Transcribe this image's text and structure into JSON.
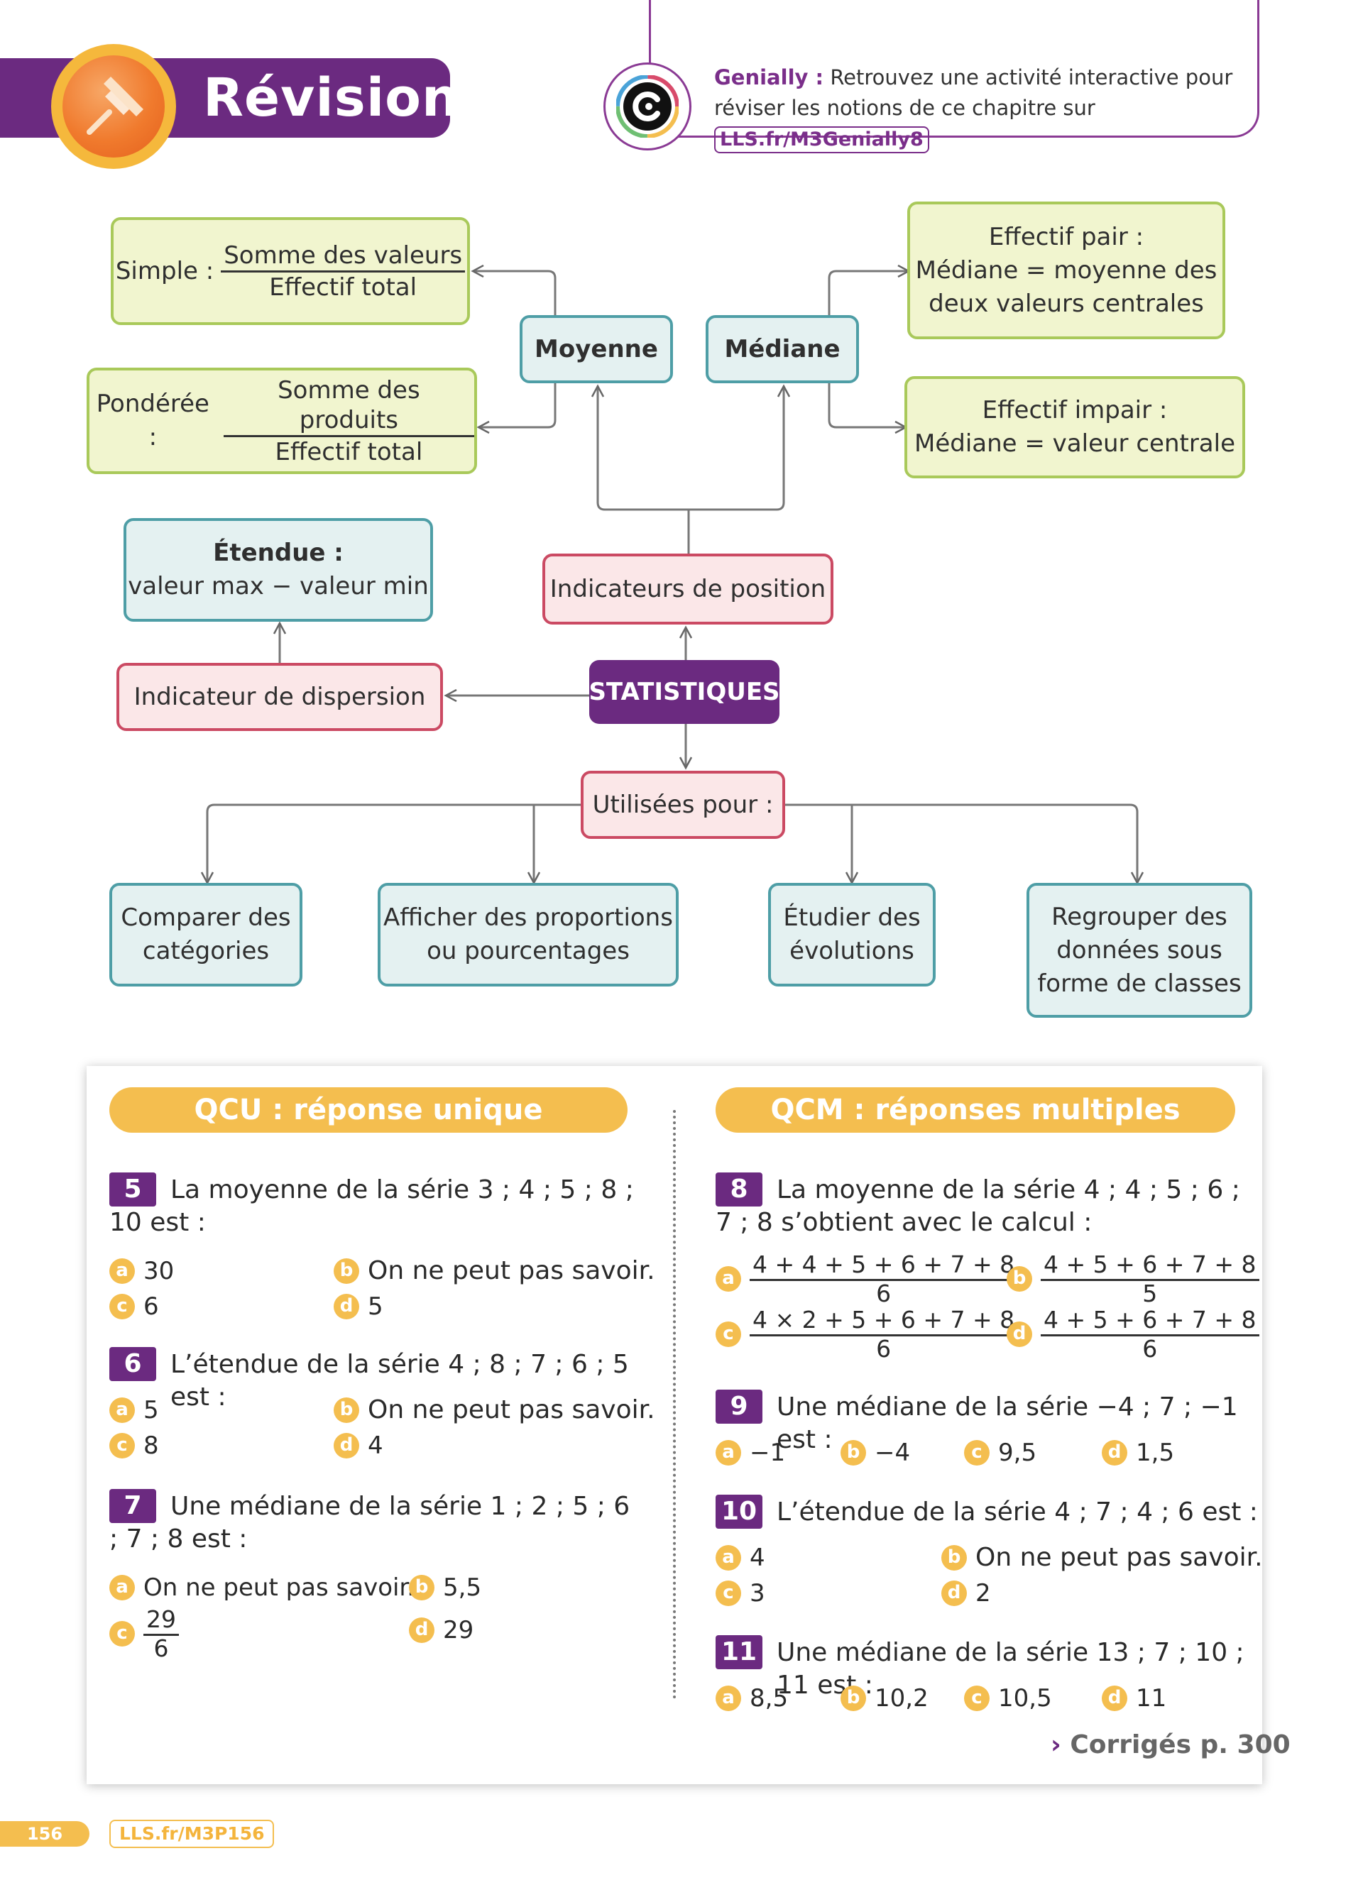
{
  "header": {
    "title": "Révision",
    "genially_label": "Genially :",
    "genially_text": " Retrouvez une activité interactive pour réviser les notions de ce chapitre sur ",
    "genially_link": "LLS.fr/M3Genially8"
  },
  "mindmap": {
    "simple_label": "Simple :",
    "simple_num": "Somme des valeurs",
    "simple_den": "Effectif total",
    "ponderee_label": "Pondérée :",
    "ponderee_num": "Somme des produits",
    "ponderee_den": "Effectif total",
    "moyenne": "Moyenne",
    "mediane": "Médiane",
    "pair_1": "Effectif pair :",
    "pair_2": "Médiane = moyenne des",
    "pair_3": "deux valeurs centrales",
    "impair_1": "Effectif impair :",
    "impair_2": "Médiane = valeur centrale",
    "etendue_title": "Étendue :",
    "etendue_text": "valeur max − valeur min",
    "position": "Indicateurs de position",
    "dispersion": "Indicateur de dispersion",
    "statistiques": "STATISTIQUES",
    "utilisees": "Utilisées pour :",
    "use1_l1": "Comparer des",
    "use1_l2": "catégories",
    "use2_l1": "Afficher des proportions",
    "use2_l2": "ou pourcentages",
    "use3_l1": "Étudier des",
    "use3_l2": "évolutions",
    "use4_l1": "Regrouper des",
    "use4_l2": "données sous",
    "use4_l3": "forme de classes"
  },
  "quiz": {
    "qcu_title": "QCU : réponse unique",
    "qcm_title": "QCM : réponses multiples",
    "q5": {
      "num": "5",
      "text": "La moyenne de la série 3 ; 4 ; 5 ; 8 ; 10 est :",
      "a": "30",
      "b": "On ne peut pas savoir.",
      "c": "6",
      "d": "5"
    },
    "q6": {
      "num": "6",
      "text": "L’étendue de la série 4 ; 8 ; 7 ; 6 ; 5 est :",
      "a": "5",
      "b": "On ne peut pas savoir.",
      "c": "8",
      "d": "4"
    },
    "q7": {
      "num": "7",
      "text": "Une médiane de la série 1 ; 2 ; 5 ; 6 ; 7 ; 8 est :",
      "a": "On ne peut pas savoir.",
      "b": "5,5",
      "c_num": "29",
      "c_den": "6",
      "d": "29"
    },
    "q8": {
      "num": "8",
      "text": "La moyenne de la série 4 ; 4 ; 5 ; 6 ; 7 ; 8 s’obtient avec le calcul :",
      "a_num": "4 + 4 + 5 + 6 + 7 + 8",
      "a_den": "6",
      "b_num": "4 + 5 + 6 + 7 + 8",
      "b_den": "5",
      "c_num": "4 × 2 + 5 + 6 + 7 + 8",
      "c_den": "6",
      "d_num": "4 + 5 + 6 + 7 + 8",
      "d_den": "6"
    },
    "q9": {
      "num": "9",
      "text": "Une médiane de la série −4 ; 7 ; −1 est :",
      "a": "−1",
      "b": "−4",
      "c": "9,5",
      "d": "1,5"
    },
    "q10": {
      "num": "10",
      "text": "L’étendue de la série 4 ; 7 ; 4 ; 6 est :",
      "a": "4",
      "b": "On ne peut pas savoir.",
      "c": "3",
      "d": "2"
    },
    "q11": {
      "num": "11",
      "text": "Une médiane de la série 13 ; 7 ; 10 ; 11 est :",
      "a": "8,5",
      "b": "10,2",
      "c": "10,5",
      "d": "11"
    },
    "letters": {
      "a": "a",
      "b": "b",
      "c": "c",
      "d": "d"
    },
    "corriges": "Corrigés p. 300",
    "corriges_arrow": "›"
  },
  "footer": {
    "page": "156",
    "link": "LLS.fr/M3P156"
  },
  "colors": {
    "purple": "#6b2a80",
    "yellow": "#f4be4f",
    "green_border": "#a9c95a",
    "blue_border": "#4e9ea6",
    "pink_border": "#cb4a63"
  }
}
